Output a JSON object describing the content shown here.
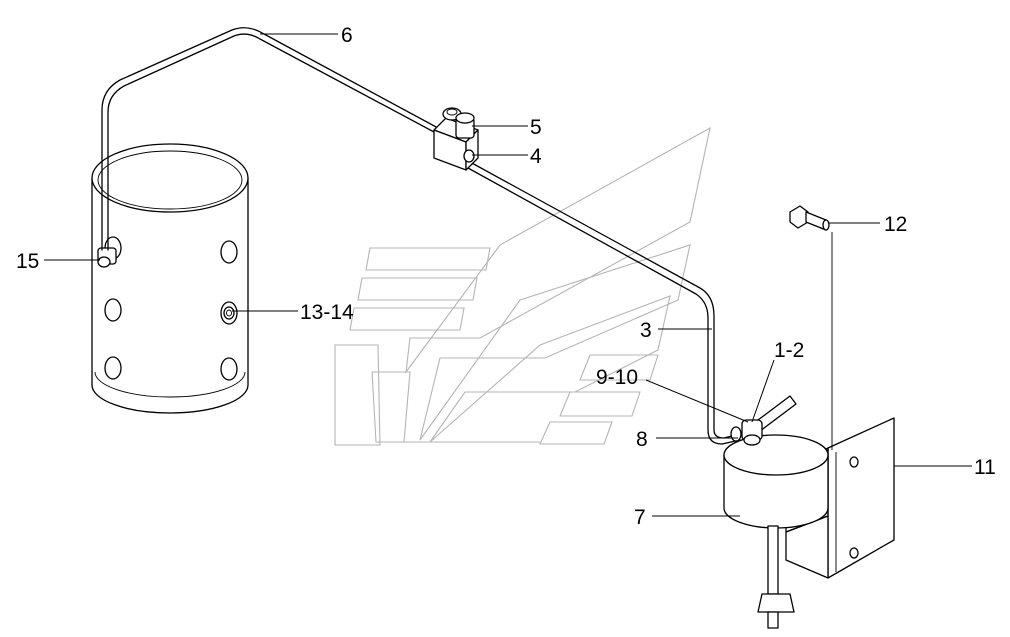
{
  "callouts": {
    "c1": "1-2",
    "c3": "3",
    "c4": "4",
    "c5": "5",
    "c6": "6",
    "c7": "7",
    "c8": "8",
    "c9": "9-10",
    "c11": "11",
    "c12": "12",
    "c13": "13-14",
    "c15": "15"
  }
}
